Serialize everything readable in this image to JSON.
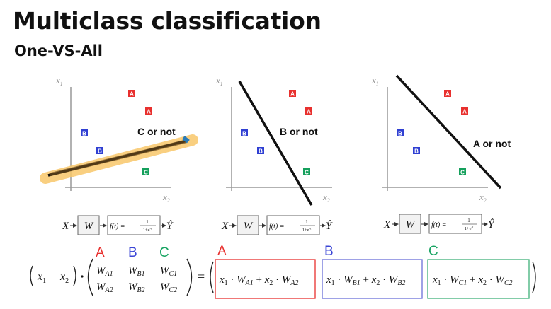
{
  "title": "Multiclass classification",
  "subtitle": "One-VS-All",
  "axis_labels": {
    "x": "x",
    "x_sub": "2",
    "y": "x",
    "y_sub": "1"
  },
  "points": {
    "a": "A",
    "b": "B",
    "c": "C"
  },
  "panels": [
    {
      "label": "C or not"
    },
    {
      "label": "B or not"
    },
    {
      "label": "A or not"
    }
  ],
  "pipeline": {
    "input": "X",
    "weight": "W",
    "func": "f(t) =",
    "num": "1",
    "den": "1+e",
    "den_sup": "-t",
    "output": "Ŷ"
  },
  "matrix": {
    "col_labels": [
      "A",
      "B",
      "C"
    ],
    "vector": [
      "x",
      "x"
    ],
    "vector_subs": [
      "1",
      "2"
    ],
    "rows": [
      [
        {
          "v": "W",
          "s": "A1"
        },
        {
          "v": "W",
          "s": "B1"
        },
        {
          "v": "W",
          "s": "C1"
        }
      ],
      [
        {
          "v": "W",
          "s": "A2"
        },
        {
          "v": "W",
          "s": "B2"
        },
        {
          "v": "W",
          "s": "C2"
        }
      ]
    ]
  },
  "results": [
    {
      "label": "A",
      "color": "#e8302e",
      "v1": "A1",
      "v2": "A2"
    },
    {
      "label": "B",
      "color": "#3b46d6",
      "v1": "B1",
      "v2": "B2"
    },
    {
      "label": "C",
      "color": "#19a463",
      "v1": "C1",
      "v2": "C2"
    }
  ],
  "colors": {
    "a": "#e8302e",
    "b": "#2f3fd2",
    "c": "#15a05c",
    "highlight": "#f8c76a"
  }
}
